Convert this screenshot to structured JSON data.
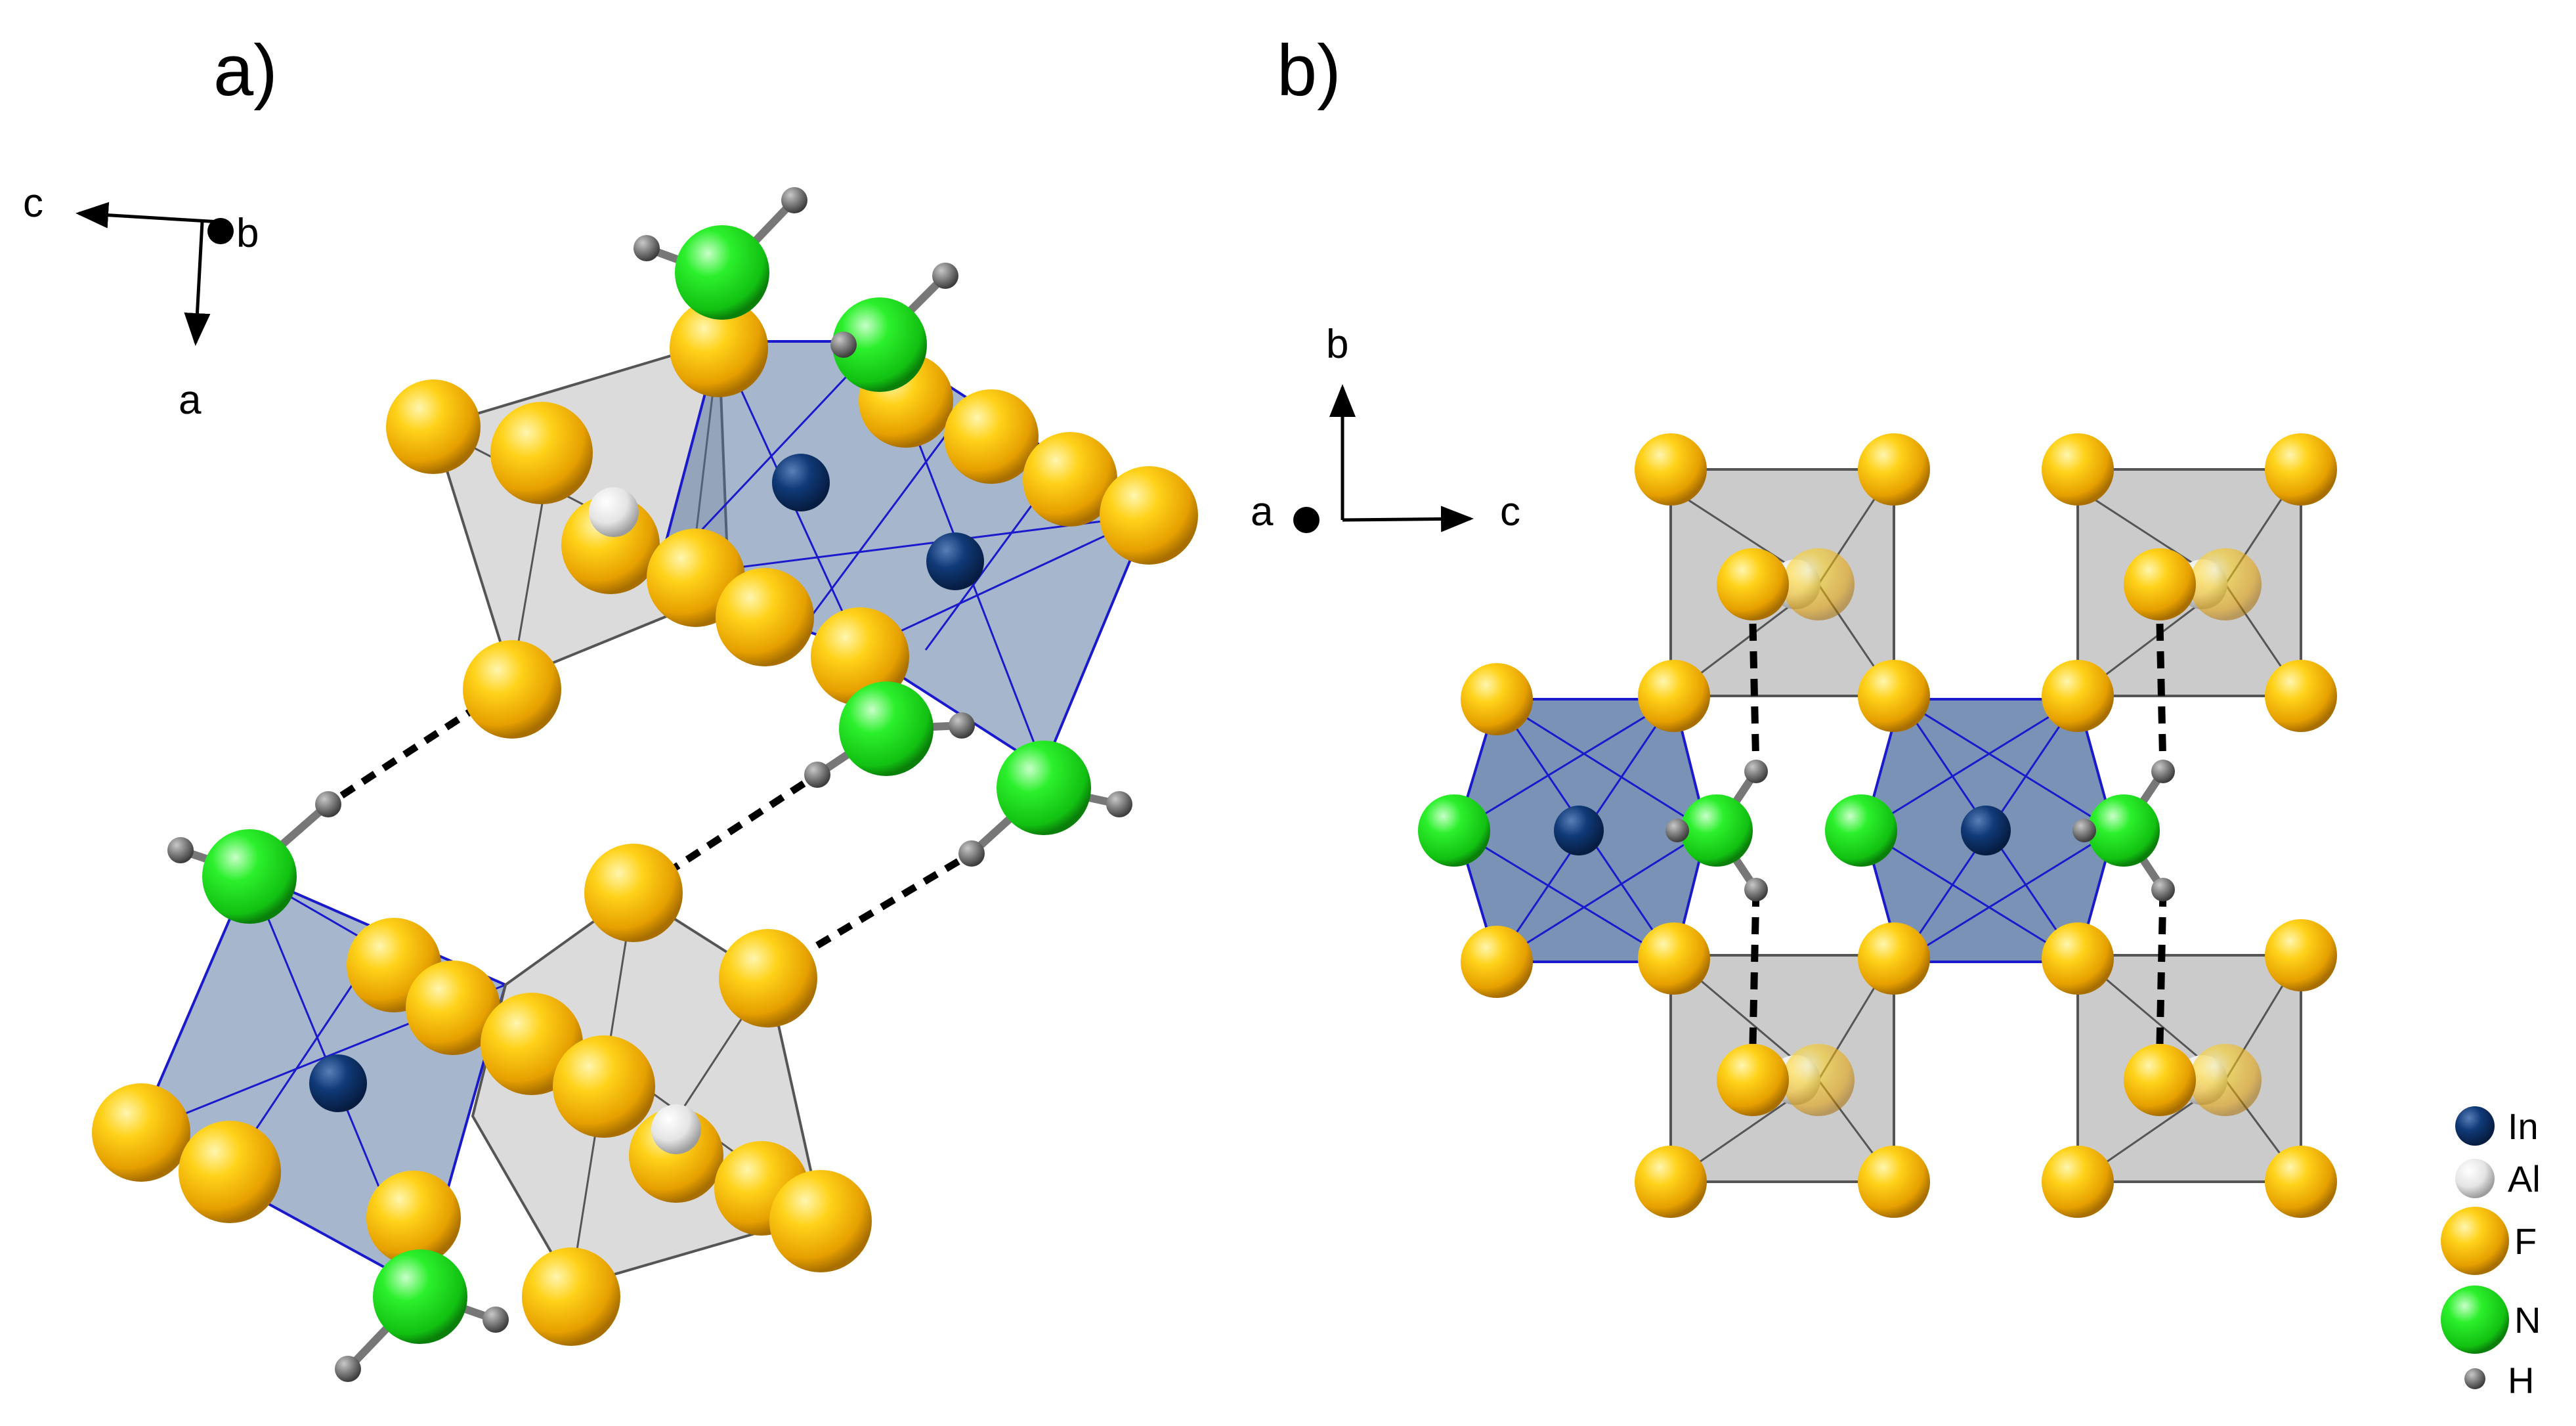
{
  "panels": {
    "a": {
      "label": "a)"
    },
    "b": {
      "label": "b)"
    }
  },
  "axes": {
    "a": {
      "horizontal": "c",
      "vertical": "a",
      "view": "b"
    },
    "b": {
      "horizontal": "c",
      "vertical": "b",
      "view": "a"
    }
  },
  "legend": {
    "items": [
      {
        "symbol": "In",
        "color": "#0d3470"
      },
      {
        "symbol": "Al",
        "color": "#e8e8e8"
      },
      {
        "symbol": "F",
        "color": "#f2b400"
      },
      {
        "symbol": "N",
        "color": "#1ee01e"
      },
      {
        "symbol": "H",
        "color": "#707070"
      }
    ]
  },
  "colors": {
    "in_octahedron": "#4d6e9c",
    "in_edge": "#1a1acc",
    "al_octahedron": "#9a9a9a",
    "hydrogen_bond": "#000000"
  }
}
